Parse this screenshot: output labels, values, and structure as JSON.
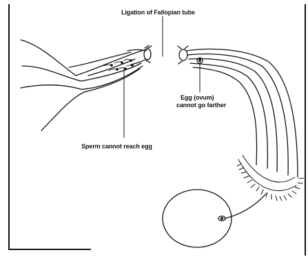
{
  "labels": {
    "ligation": "Ligation of Fallopian tube",
    "sperm": "Sperm cannot reach egg",
    "egg_line1": "Egg (ovum)",
    "egg_line2": "cannot go farther"
  },
  "colors": {
    "ink": "#111111",
    "background": "#ffffff"
  }
}
